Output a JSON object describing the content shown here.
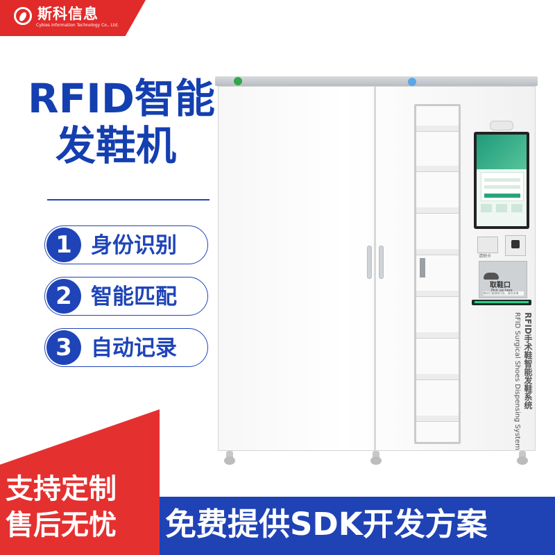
{
  "logo": {
    "name_cn": "斯科信息",
    "name_en": "Cybies Information Technology Co., Ltd."
  },
  "headline": {
    "line1": "RFID智能",
    "line2": "发鞋机"
  },
  "features": [
    {
      "num": "1",
      "label": "身份识别"
    },
    {
      "num": "2",
      "label": "智能匹配"
    },
    {
      "num": "3",
      "label": "自动记录"
    }
  ],
  "machine": {
    "card_reader_label": "请刷卡",
    "pickup_label": "取鞋口",
    "pickup_label_en": "Pick up here",
    "pickup_strip": "每次只能拿取1双，请勿多拿",
    "system_name_cn": "RFID手术鞋智能发鞋系统",
    "system_name_en": "RFID Surgical Shoes Dispensing System"
  },
  "badges": {
    "line1": "支持定制",
    "line2": "售后无忧"
  },
  "bottom_banner": "免费提供SDK开发方案",
  "colors": {
    "brand_blue": "#1f42b5",
    "accent_red": "#e53030"
  }
}
